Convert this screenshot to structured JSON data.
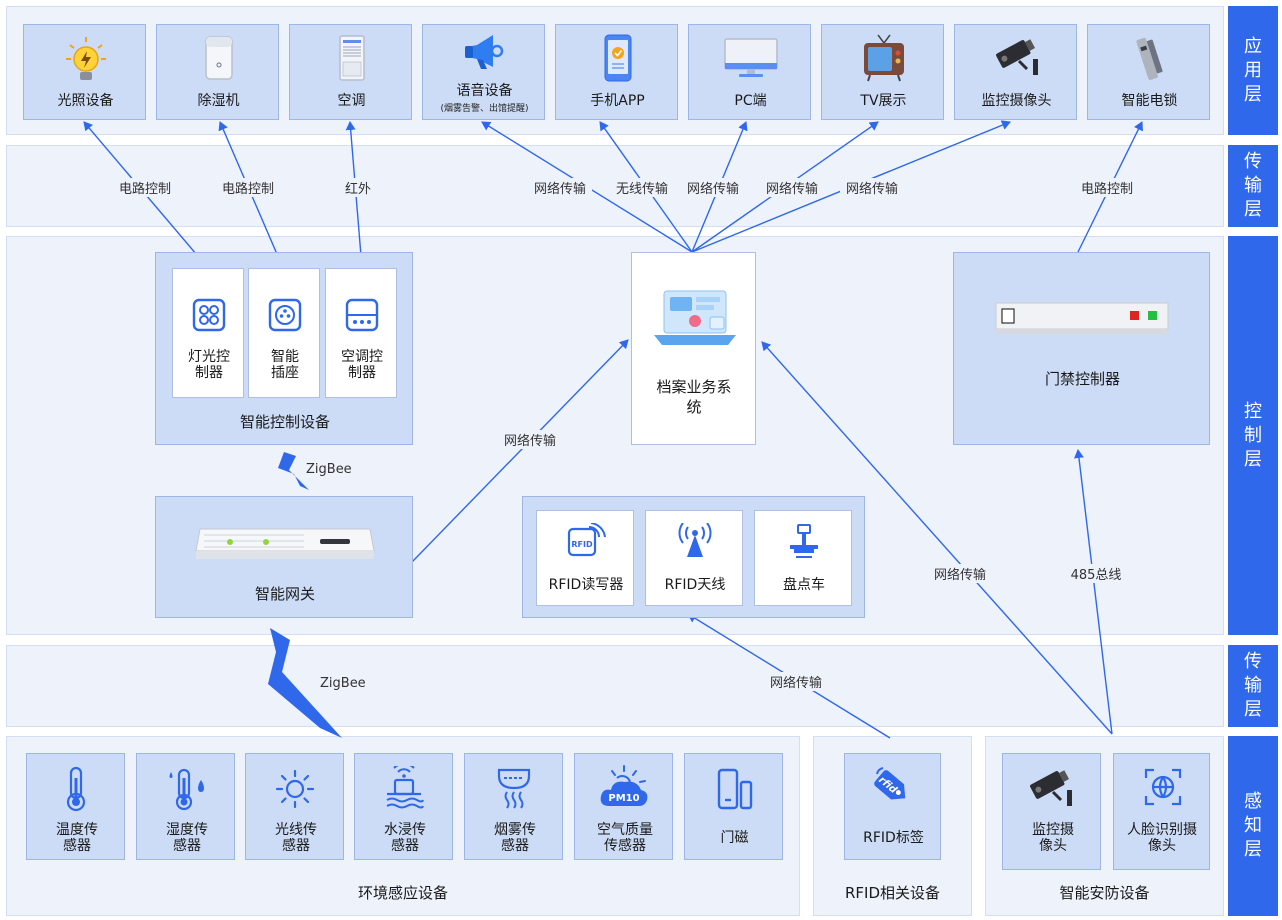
{
  "layers": {
    "app": "应用层",
    "trans1": "传输层",
    "control": "控制层",
    "trans2": "传输层",
    "sense": "感知层"
  },
  "app_devices": [
    {
      "label": "光照设备",
      "icon": "bulb-icon"
    },
    {
      "label": "除湿机",
      "icon": "dehumidifier-icon"
    },
    {
      "label": "空调",
      "icon": "air-conditioner-icon"
    },
    {
      "label": "语音设备",
      "sub": "(烟雾告警、出馆提醒)",
      "icon": "megaphone-icon"
    },
    {
      "label": "手机APP",
      "icon": "phone-icon"
    },
    {
      "label": "PC端",
      "icon": "monitor-icon"
    },
    {
      "label": "TV展示",
      "icon": "tv-icon"
    },
    {
      "label": "监控摄像头",
      "icon": "camera-icon"
    },
    {
      "label": "智能电锁",
      "icon": "lock-icon"
    }
  ],
  "edge_labels": {
    "circuit1": "电路控制",
    "circuit2": "电路控制",
    "infrared": "红外",
    "net1": "网络传输",
    "wireless": "无线传输",
    "net2": "网络传输",
    "net3": "网络传输",
    "net4": "网络传输",
    "circuit3": "电路控制",
    "gw_net": "网络传输",
    "zigbee_top": "ZigBee",
    "security_net": "网络传输",
    "bus485": "485总线",
    "zigbee_bottom": "ZigBee",
    "rfid_net": "网络传输"
  },
  "control": {
    "smart_ctrl_title": "智能控制设备",
    "smart_ctrl_items": [
      {
        "label": "灯光控制器",
        "icon": "light-switch-icon"
      },
      {
        "label": "智能插座",
        "icon": "socket-icon"
      },
      {
        "label": "空调控制器",
        "icon": "ac-controller-icon"
      }
    ],
    "archive_system": "档案业务系统",
    "door_controller": "门禁控制器",
    "gateway": "智能网关",
    "rfid_items": [
      {
        "label": "RFID读写器",
        "icon": "rfid-reader-icon"
      },
      {
        "label": "RFID天线",
        "icon": "antenna-icon"
      },
      {
        "label": "盘点车",
        "icon": "cart-icon"
      }
    ]
  },
  "sense": {
    "env_title": "环境感应设备",
    "env_items": [
      {
        "label": "温度传感器",
        "icon": "thermometer-icon"
      },
      {
        "label": "湿度传感器",
        "icon": "humidity-icon"
      },
      {
        "label": "光线传感器",
        "icon": "sun-icon"
      },
      {
        "label": "水浸传感器",
        "icon": "water-sensor-icon"
      },
      {
        "label": "烟雾传感器",
        "icon": "smoke-icon"
      },
      {
        "label": "空气质量传感器",
        "icon": "air-quality-icon"
      },
      {
        "label": "门磁",
        "icon": "door-magnet-icon"
      }
    ],
    "rfid_title": "RFID相关设备",
    "rfid_tag": "RFID标签",
    "security_title": "智能安防设备",
    "security_items": [
      {
        "label": "监控摄像头",
        "icon": "camera-icon"
      },
      {
        "label": "人脸识别摄像头",
        "icon": "face-scan-icon"
      }
    ]
  },
  "colors": {
    "layer_bar": "#2f68ea",
    "band_bg": "#edf2fb",
    "card_bg": "#cddcf6",
    "arrow": "#2f68ea"
  }
}
